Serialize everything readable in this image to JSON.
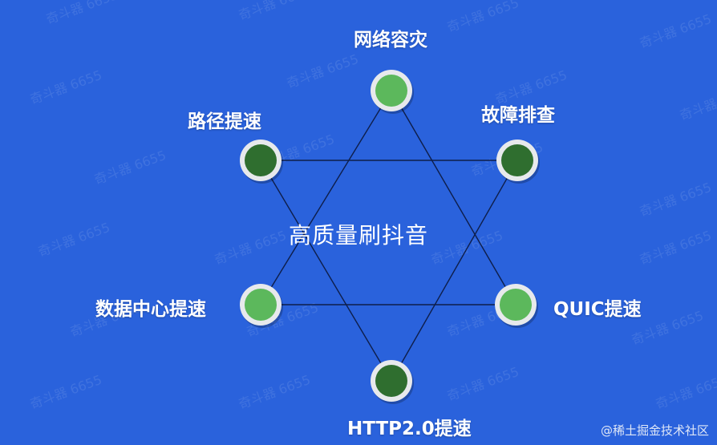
{
  "center_title": "高质量刷抖音",
  "nodes": [
    {
      "label": "网络容灾",
      "fill": "#5cb85c"
    },
    {
      "label": "故障排查",
      "fill": "#2f6e2f"
    },
    {
      "label": "QUIC提速",
      "fill": "#5cb85c"
    },
    {
      "label": "HTTP2.0提速",
      "fill": "#2f6e2f"
    },
    {
      "label": "数据中心提速",
      "fill": "#5cb85c"
    },
    {
      "label": "路径提速",
      "fill": "#2f6e2f"
    }
  ],
  "watermark": "奇斗器 6655",
  "credit": "@稀土掘金技术社区",
  "colors": {
    "background": "#2a62dc",
    "line": "#0e1e4a",
    "ring": "#e7e9ec"
  }
}
